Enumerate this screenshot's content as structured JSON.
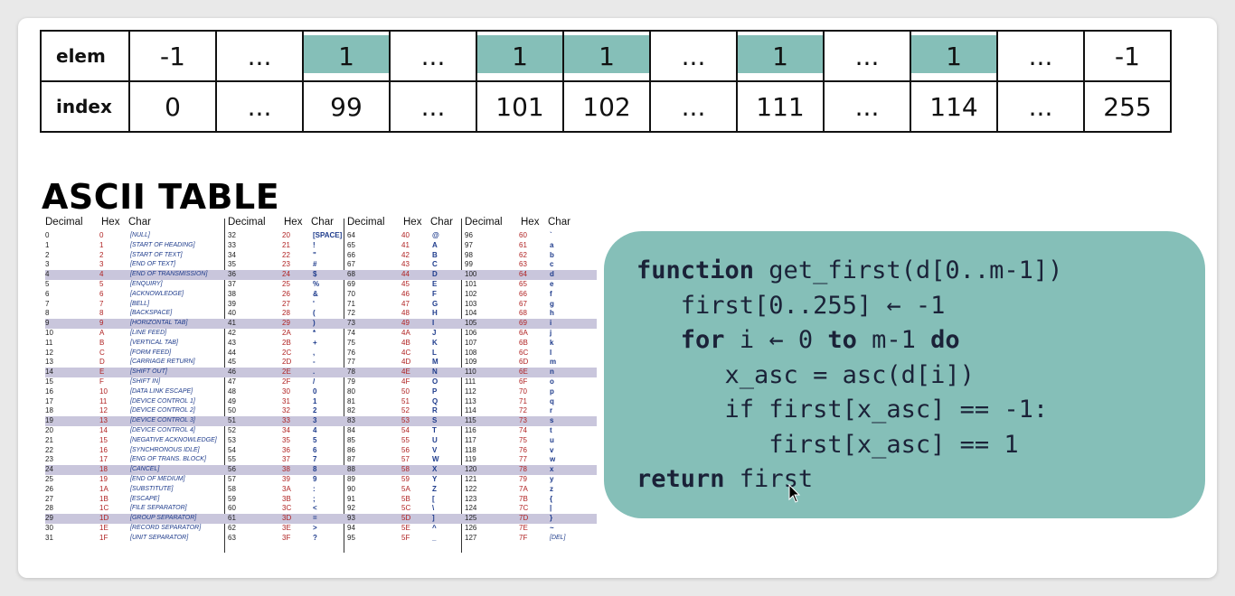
{
  "array_table": {
    "rows": [
      {
        "header": "elem",
        "cells": [
          "-1",
          "...",
          "1",
          "...",
          "1",
          "1",
          "...",
          "1",
          "...",
          "1",
          "...",
          "-1"
        ]
      },
      {
        "header": "index",
        "cells": [
          "0",
          "...",
          "99",
          "...",
          "101",
          "102",
          "...",
          "111",
          "...",
          "114",
          "...",
          "255"
        ]
      }
    ],
    "highlight_color": "#85bfb8"
  },
  "ascii": {
    "title": "ASCII TABLE",
    "column_headers": [
      "Decimal",
      "Hex",
      "Char"
    ],
    "band_color": "#c9c6dc",
    "rows": [
      [
        [
          "0",
          "0",
          "[NULL]"
        ],
        [
          "32",
          "20",
          "[SPACE]"
        ],
        [
          "64",
          "40",
          "@"
        ],
        [
          "96",
          "60",
          "`"
        ]
      ],
      [
        [
          "1",
          "1",
          "[START OF HEADING]"
        ],
        [
          "33",
          "21",
          "!"
        ],
        [
          "65",
          "41",
          "A"
        ],
        [
          "97",
          "61",
          "a"
        ]
      ],
      [
        [
          "2",
          "2",
          "[START OF TEXT]"
        ],
        [
          "34",
          "22",
          "\""
        ],
        [
          "66",
          "42",
          "B"
        ],
        [
          "98",
          "62",
          "b"
        ]
      ],
      [
        [
          "3",
          "3",
          "[END OF TEXT]"
        ],
        [
          "35",
          "23",
          "#"
        ],
        [
          "67",
          "43",
          "C"
        ],
        [
          "99",
          "63",
          "c"
        ]
      ],
      [
        [
          "4",
          "4",
          "[END OF TRANSMISSION]"
        ],
        [
          "36",
          "24",
          "$"
        ],
        [
          "68",
          "44",
          "D"
        ],
        [
          "100",
          "64",
          "d"
        ]
      ],
      [
        [
          "5",
          "5",
          "[ENQUIRY]"
        ],
        [
          "37",
          "25",
          "%"
        ],
        [
          "69",
          "45",
          "E"
        ],
        [
          "101",
          "65",
          "e"
        ]
      ],
      [
        [
          "6",
          "6",
          "[ACKNOWLEDGE]"
        ],
        [
          "38",
          "26",
          "&"
        ],
        [
          "70",
          "46",
          "F"
        ],
        [
          "102",
          "66",
          "f"
        ]
      ],
      [
        [
          "7",
          "7",
          "[BELL]"
        ],
        [
          "39",
          "27",
          "'"
        ],
        [
          "71",
          "47",
          "G"
        ],
        [
          "103",
          "67",
          "g"
        ]
      ],
      [
        [
          "8",
          "8",
          "[BACKSPACE]"
        ],
        [
          "40",
          "28",
          "("
        ],
        [
          "72",
          "48",
          "H"
        ],
        [
          "104",
          "68",
          "h"
        ]
      ],
      [
        [
          "9",
          "9",
          "[HORIZONTAL TAB]"
        ],
        [
          "41",
          "29",
          ")"
        ],
        [
          "73",
          "49",
          "I"
        ],
        [
          "105",
          "69",
          "i"
        ]
      ],
      [
        [
          "10",
          "A",
          "[LINE FEED]"
        ],
        [
          "42",
          "2A",
          "*"
        ],
        [
          "74",
          "4A",
          "J"
        ],
        [
          "106",
          "6A",
          "j"
        ]
      ],
      [
        [
          "11",
          "B",
          "[VERTICAL TAB]"
        ],
        [
          "43",
          "2B",
          "+"
        ],
        [
          "75",
          "4B",
          "K"
        ],
        [
          "107",
          "6B",
          "k"
        ]
      ],
      [
        [
          "12",
          "C",
          "[FORM FEED]"
        ],
        [
          "44",
          "2C",
          ","
        ],
        [
          "76",
          "4C",
          "L"
        ],
        [
          "108",
          "6C",
          "l"
        ]
      ],
      [
        [
          "13",
          "D",
          "[CARRIAGE RETURN]"
        ],
        [
          "45",
          "2D",
          "-"
        ],
        [
          "77",
          "4D",
          "M"
        ],
        [
          "109",
          "6D",
          "m"
        ]
      ],
      [
        [
          "14",
          "E",
          "[SHIFT OUT]"
        ],
        [
          "46",
          "2E",
          "."
        ],
        [
          "78",
          "4E",
          "N"
        ],
        [
          "110",
          "6E",
          "n"
        ]
      ],
      [
        [
          "15",
          "F",
          "[SHIFT IN]"
        ],
        [
          "47",
          "2F",
          "/"
        ],
        [
          "79",
          "4F",
          "O"
        ],
        [
          "111",
          "6F",
          "o"
        ]
      ],
      [
        [
          "16",
          "10",
          "[DATA LINK ESCAPE]"
        ],
        [
          "48",
          "30",
          "0"
        ],
        [
          "80",
          "50",
          "P"
        ],
        [
          "112",
          "70",
          "p"
        ]
      ],
      [
        [
          "17",
          "11",
          "[DEVICE CONTROL 1]"
        ],
        [
          "49",
          "31",
          "1"
        ],
        [
          "81",
          "51",
          "Q"
        ],
        [
          "113",
          "71",
          "q"
        ]
      ],
      [
        [
          "18",
          "12",
          "[DEVICE CONTROL 2]"
        ],
        [
          "50",
          "32",
          "2"
        ],
        [
          "82",
          "52",
          "R"
        ],
        [
          "114",
          "72",
          "r"
        ]
      ],
      [
        [
          "19",
          "13",
          "[DEVICE CONTROL 3]"
        ],
        [
          "51",
          "33",
          "3"
        ],
        [
          "83",
          "53",
          "S"
        ],
        [
          "115",
          "73",
          "s"
        ]
      ],
      [
        [
          "20",
          "14",
          "[DEVICE CONTROL 4]"
        ],
        [
          "52",
          "34",
          "4"
        ],
        [
          "84",
          "54",
          "T"
        ],
        [
          "116",
          "74",
          "t"
        ]
      ],
      [
        [
          "21",
          "15",
          "[NEGATIVE ACKNOWLEDGE]"
        ],
        [
          "53",
          "35",
          "5"
        ],
        [
          "85",
          "55",
          "U"
        ],
        [
          "117",
          "75",
          "u"
        ]
      ],
      [
        [
          "22",
          "16",
          "[SYNCHRONOUS IDLE]"
        ],
        [
          "54",
          "36",
          "6"
        ],
        [
          "86",
          "56",
          "V"
        ],
        [
          "118",
          "76",
          "v"
        ]
      ],
      [
        [
          "23",
          "17",
          "[ENG OF TRANS. BLOCK]"
        ],
        [
          "55",
          "37",
          "7"
        ],
        [
          "87",
          "57",
          "W"
        ],
        [
          "119",
          "77",
          "w"
        ]
      ],
      [
        [
          "24",
          "18",
          "[CANCEL]"
        ],
        [
          "56",
          "38",
          "8"
        ],
        [
          "88",
          "58",
          "X"
        ],
        [
          "120",
          "78",
          "x"
        ]
      ],
      [
        [
          "25",
          "19",
          "[END OF MEDIUM]"
        ],
        [
          "57",
          "39",
          "9"
        ],
        [
          "89",
          "59",
          "Y"
        ],
        [
          "121",
          "79",
          "y"
        ]
      ],
      [
        [
          "26",
          "1A",
          "[SUBSTITUTE]"
        ],
        [
          "58",
          "3A",
          ":"
        ],
        [
          "90",
          "5A",
          "Z"
        ],
        [
          "122",
          "7A",
          "z"
        ]
      ],
      [
        [
          "27",
          "1B",
          "[ESCAPE]"
        ],
        [
          "59",
          "3B",
          ";"
        ],
        [
          "91",
          "5B",
          "["
        ],
        [
          "123",
          "7B",
          "{"
        ]
      ],
      [
        [
          "28",
          "1C",
          "[FILE SEPARATOR]"
        ],
        [
          "60",
          "3C",
          "<"
        ],
        [
          "92",
          "5C",
          "\\"
        ],
        [
          "124",
          "7C",
          "|"
        ]
      ],
      [
        [
          "29",
          "1D",
          "[GROUP SEPARATOR]"
        ],
        [
          "61",
          "3D",
          "="
        ],
        [
          "93",
          "5D",
          "]"
        ],
        [
          "125",
          "7D",
          "}"
        ]
      ],
      [
        [
          "30",
          "1E",
          "[RECORD SEPARATOR]"
        ],
        [
          "62",
          "3E",
          ">"
        ],
        [
          "94",
          "5E",
          "^"
        ],
        [
          "126",
          "7E",
          "~"
        ]
      ],
      [
        [
          "31",
          "1F",
          "[UNIT SEPARATOR]"
        ],
        [
          "63",
          "3F",
          "?"
        ],
        [
          "95",
          "5F",
          "_"
        ],
        [
          "127",
          "7F",
          "[DEL]"
        ]
      ]
    ]
  },
  "code": {
    "background": "#85bfb8",
    "lines": [
      [
        {
          "t": "function",
          "kw": true
        },
        {
          "t": " get_first(d[0..m-1])"
        }
      ],
      [
        {
          "t": "   first[0..255] ← -1"
        }
      ],
      [
        {
          "t": "   "
        },
        {
          "t": "for",
          "kw": true
        },
        {
          "t": " i ← 0 "
        },
        {
          "t": "to",
          "kw": true
        },
        {
          "t": " m-1 "
        },
        {
          "t": "do",
          "kw": true
        }
      ],
      [
        {
          "t": "      x_asc = asc(d[i])"
        }
      ],
      [
        {
          "t": "      if first[x_asc] == -1:"
        }
      ],
      [
        {
          "t": "         first[x_asc] == 1"
        }
      ],
      [
        {
          "t": "return",
          "kw": true
        },
        {
          "t": " first"
        }
      ]
    ]
  },
  "cursor_icon": "mouse-pointer-icon"
}
